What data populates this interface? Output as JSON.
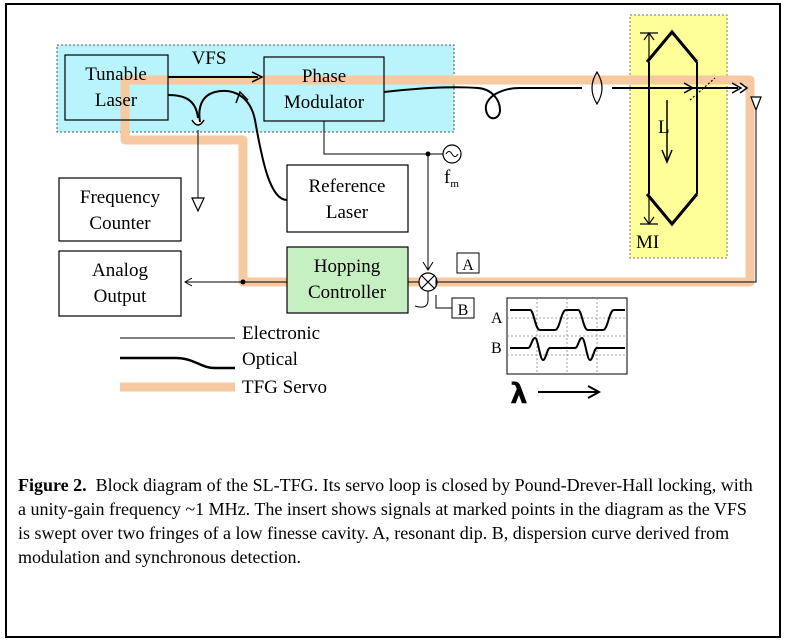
{
  "blocks": {
    "tunable_laser": [
      "Tunable",
      "Laser"
    ],
    "phase_modulator": [
      "Phase",
      "Modulator"
    ],
    "frequency_counter": [
      "Frequency",
      "Counter"
    ],
    "reference_laser": [
      "Reference",
      "Laser"
    ],
    "analog_output": [
      "Analog",
      "Output"
    ],
    "hopping_controller": [
      "Hopping",
      "Controller"
    ]
  },
  "labels": {
    "vfs": "VFS",
    "length": "L",
    "mi": "MI",
    "fm": "f",
    "fm_sub": "m",
    "point_a": "A",
    "point_b": "B"
  },
  "legend": {
    "electronic": "Electronic",
    "optical": "Optical",
    "tfg_servo": "TFG Servo"
  },
  "insert": {
    "trace_a": "A",
    "trace_b": "B",
    "axis_symbol": "λ",
    "axis_arrow": "⟶"
  },
  "caption": {
    "label": "Figure 2.",
    "text": "Block diagram of the SL-TFG.  Its servo loop is closed by Pound-Drever-Hall locking, with a unity-gain frequency ~1 MHz.  The insert shows signals at marked points in the diagram as the VFS is swept over two fringes of a low finesse cavity.  A, resonant dip.  B, dispersion curve derived from modulation and synchronous detection."
  },
  "colors": {
    "laser_region": "#b9f3fb",
    "modulator_region": "#c8f6fb",
    "controller_fill": "#c6f0c2",
    "mi_fill": "#ffff9a",
    "servo": "#f6c9a0",
    "line": "#000000"
  }
}
